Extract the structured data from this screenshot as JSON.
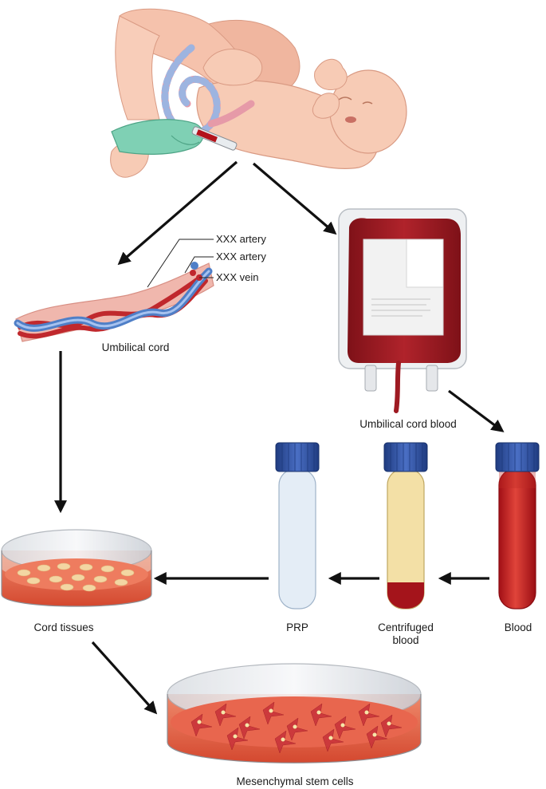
{
  "labels": {
    "umbilical_cord": "Umbilical cord",
    "umbilical_cord_blood": "Umbilical cord blood",
    "cord_tissues": "Cord tissues",
    "prp": "PRP",
    "centrifuged_blood_line1": "Centrifuged",
    "centrifuged_blood_line2": "blood",
    "blood": "Blood",
    "mesenchymal_stem_cells": "Mesenchymal stem cells"
  },
  "vessels": {
    "artery_1": "XXX artery",
    "artery_2": "XXX artery",
    "vein": "XXX vein"
  },
  "colors": {
    "skin": "#f7cbb5",
    "skin_shadow": "#e9a98e",
    "glove": "#7fd0b4",
    "blood_red": "#b3121a",
    "bag_red": "#9e1a22",
    "tube_cap": "#2e4f9e",
    "plasma": "#f3e0a6",
    "prp": "#e4edf6",
    "artery_red": "#c0282d",
    "vein_blue": "#4f7fc7",
    "cord_pink": "#f0b7ad",
    "dish_fluid": "#e8664e",
    "arrow": "#111111"
  }
}
